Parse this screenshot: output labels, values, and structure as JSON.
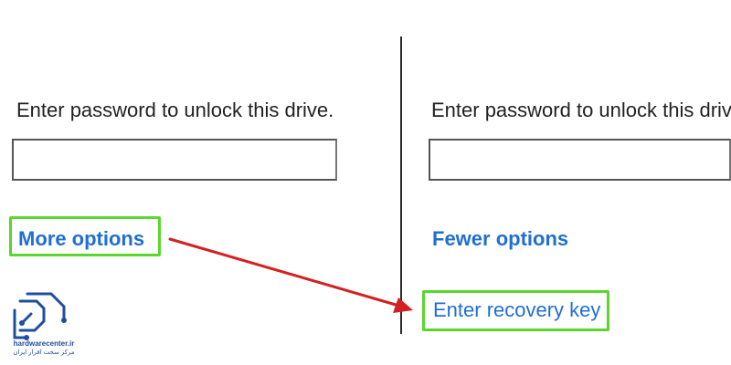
{
  "left_panel": {
    "prompt": "Enter password to unlock this drive.",
    "password_value": "",
    "options_link": "More options"
  },
  "right_panel": {
    "prompt": "Enter password to unlock this drive.",
    "password_value": "",
    "options_link": "Fewer options",
    "recovery_link": "Enter recovery key"
  },
  "watermark": {
    "name": "hardwarecenter.ir",
    "tagline": "مرکز سخت افزار ایران"
  },
  "colors": {
    "link": "#1f6fd2",
    "highlight": "#5ad62c",
    "arrow": "#d42020",
    "logo": "#1f4e9c"
  }
}
